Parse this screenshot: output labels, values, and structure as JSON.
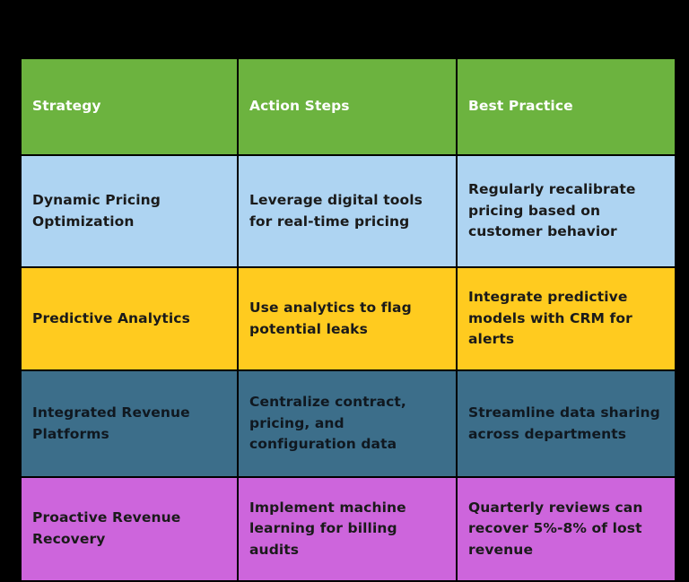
{
  "table": {
    "headers": [
      "Strategy",
      "Action Steps",
      "Best Practice"
    ],
    "rows": [
      {
        "color": "#aed4f2",
        "cells": [
          "Dynamic Pricing Optimization",
          "Leverage digital tools for real-time pricing",
          "Regularly recalibrate pricing based on customer behavior"
        ]
      },
      {
        "color": "#ffcb1f",
        "cells": [
          "Predictive Analytics",
          "Use analytics to flag potential leaks",
          "Integrate predictive models with CRM for alerts"
        ]
      },
      {
        "color": "#3c6e8a",
        "cells": [
          "Integrated Revenue Platforms",
          "Centralize contract, pricing, and configuration data",
          "Streamline data sharing across departments"
        ]
      },
      {
        "color": "#cd65dc",
        "cells": [
          "Proactive Revenue Recovery",
          "Implement machine learning for billing audits",
          "Quarterly reviews can recover 5%-8% of lost revenue"
        ]
      }
    ],
    "header_background": "#6cb33f",
    "header_text_color": "#ffffff",
    "page_background": "#000000",
    "border_color": "#000000"
  }
}
